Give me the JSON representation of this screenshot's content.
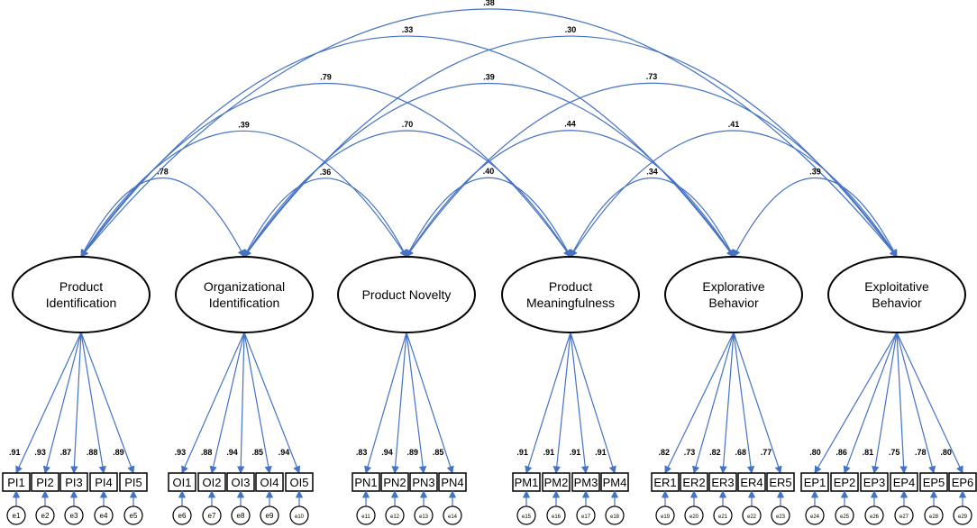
{
  "colors": {
    "path": "#4472C4",
    "outline": "#000000"
  },
  "latents": [
    {
      "id": "PI",
      "lines": [
        "Product",
        "Identification"
      ]
    },
    {
      "id": "OI",
      "lines": [
        "Organizational",
        "Identification"
      ]
    },
    {
      "id": "PN",
      "lines": [
        "Product Novelty"
      ]
    },
    {
      "id": "PM",
      "lines": [
        "Product",
        "Meaningfulness"
      ]
    },
    {
      "id": "ER",
      "lines": [
        "Explorative",
        "Behavior"
      ]
    },
    {
      "id": "EP",
      "lines": [
        "Exploitative",
        "Behavior"
      ]
    }
  ],
  "indicators": [
    {
      "id": "PI1",
      "latent": "PI",
      "loading": ".91",
      "error": "e1"
    },
    {
      "id": "PI2",
      "latent": "PI",
      "loading": ".93",
      "error": "e2"
    },
    {
      "id": "PI3",
      "latent": "PI",
      "loading": ".87",
      "error": "e3"
    },
    {
      "id": "PI4",
      "latent": "PI",
      "loading": ".88",
      "error": "e4"
    },
    {
      "id": "PI5",
      "latent": "PI",
      "loading": ".89",
      "error": "e5"
    },
    {
      "id": "OI1",
      "latent": "OI",
      "loading": ".93",
      "error": "e6"
    },
    {
      "id": "OI2",
      "latent": "OI",
      "loading": ".88",
      "error": "e7"
    },
    {
      "id": "OI3",
      "latent": "OI",
      "loading": ".94",
      "error": "e8"
    },
    {
      "id": "OI4",
      "latent": "OI",
      "loading": ".85",
      "error": "e9"
    },
    {
      "id": "OI5",
      "latent": "OI",
      "loading": ".94",
      "error": "e10"
    },
    {
      "id": "PN1",
      "latent": "PN",
      "loading": ".83",
      "error": "e11"
    },
    {
      "id": "PN2",
      "latent": "PN",
      "loading": ".94",
      "error": "e12"
    },
    {
      "id": "PN3",
      "latent": "PN",
      "loading": ".89",
      "error": "e13"
    },
    {
      "id": "PN4",
      "latent": "PN",
      "loading": ".85",
      "error": "e14"
    },
    {
      "id": "PM1",
      "latent": "PM",
      "loading": ".91",
      "error": "e15"
    },
    {
      "id": "PM2",
      "latent": "PM",
      "loading": ".91",
      "error": "e16"
    },
    {
      "id": "PM3",
      "latent": "PM",
      "loading": ".91",
      "error": "e17"
    },
    {
      "id": "PM4",
      "latent": "PM",
      "loading": ".91",
      "error": "e18"
    },
    {
      "id": "ER1",
      "latent": "ER",
      "loading": ".82",
      "error": "e19"
    },
    {
      "id": "ER2",
      "latent": "ER",
      "loading": ".73",
      "error": "e20"
    },
    {
      "id": "ER3",
      "latent": "ER",
      "loading": ".82",
      "error": "e21"
    },
    {
      "id": "ER4",
      "latent": "ER",
      "loading": ".68",
      "error": "e22"
    },
    {
      "id": "ER5",
      "latent": "ER",
      "loading": ".77",
      "error": "e23"
    },
    {
      "id": "EP1",
      "latent": "EP",
      "loading": ".80",
      "error": "e24"
    },
    {
      "id": "EP2",
      "latent": "EP",
      "loading": ".86",
      "error": "e25"
    },
    {
      "id": "EP3",
      "latent": "EP",
      "loading": ".81",
      "error": "e26"
    },
    {
      "id": "EP4",
      "latent": "EP",
      "loading": ".75",
      "error": "e27"
    },
    {
      "id": "EP5",
      "latent": "EP",
      "loading": ".78",
      "error": "e28"
    },
    {
      "id": "EP6",
      "latent": "EP",
      "loading": ".80",
      "error": "e29"
    }
  ],
  "covariances": [
    {
      "from": "PI",
      "to": "OI",
      "value": ".78"
    },
    {
      "from": "PI",
      "to": "PN",
      "value": ".39"
    },
    {
      "from": "PI",
      "to": "PM",
      "value": ".79"
    },
    {
      "from": "PI",
      "to": "ER",
      "value": ".33"
    },
    {
      "from": "PI",
      "to": "EP",
      "value": ".38"
    },
    {
      "from": "OI",
      "to": "PN",
      "value": ".36"
    },
    {
      "from": "OI",
      "to": "PM",
      "value": ".70"
    },
    {
      "from": "OI",
      "to": "ER",
      "value": ".39"
    },
    {
      "from": "OI",
      "to": "EP",
      "value": ".30"
    },
    {
      "from": "PN",
      "to": "PM",
      "value": ".40"
    },
    {
      "from": "PN",
      "to": "ER",
      "value": ".44"
    },
    {
      "from": "PN",
      "to": "EP",
      "value": ".73"
    },
    {
      "from": "PM",
      "to": "ER",
      "value": ".34"
    },
    {
      "from": "PM",
      "to": "EP",
      "value": ".41"
    },
    {
      "from": "ER",
      "to": "EP",
      "value": ".39"
    }
  ]
}
